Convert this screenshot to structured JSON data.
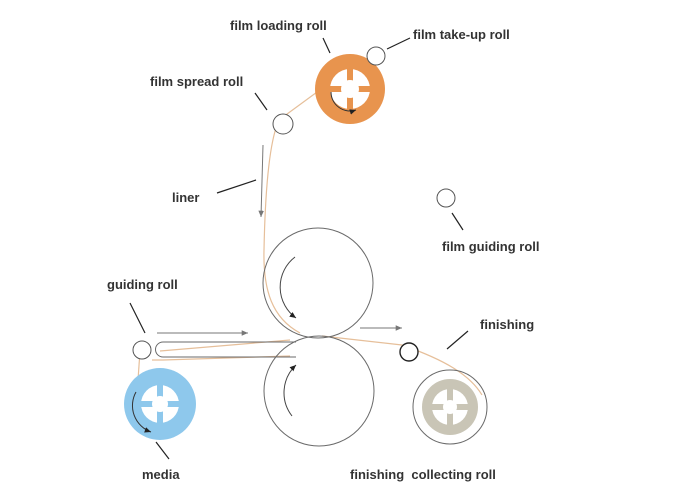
{
  "labels": {
    "film_loading_roll": "film loading roll",
    "film_take_up_roll": "film take-up roll",
    "film_spread_roll": "film spread roll",
    "liner": "liner",
    "film_guiding_roll": "film guiding roll",
    "guiding_roll": "guiding roll",
    "finishing": "finishing",
    "media": "media",
    "finishing_collecting_roll": "finishing  collecting roll"
  },
  "colors": {
    "film_loading_roll": "#e8944e",
    "media_roll": "#8ec8ec",
    "collecting_roll": "#c9c5b6",
    "film_path": "#e6bf9a",
    "roller_stroke": "#6a6a6a",
    "pointer": "#222222",
    "arrow": "#777777"
  }
}
